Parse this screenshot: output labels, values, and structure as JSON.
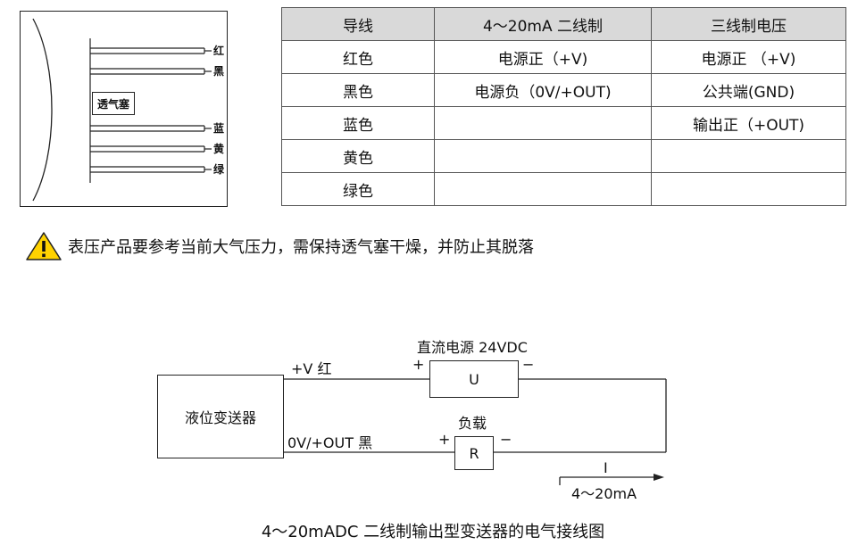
{
  "cable_diagram": {
    "vent_plug_label": "透气塞",
    "wire_tags": [
      "红",
      "黑",
      "蓝",
      "黄",
      "绿"
    ]
  },
  "wiring_table": {
    "headers": [
      "导线",
      "4～20mA 二线制",
      "三线制电压"
    ],
    "rows": [
      [
        "红色",
        "电源正（+V)",
        "电源正 （+V)"
      ],
      [
        "黑色",
        "电源负（0V/+OUT)",
        "公共端(GND)"
      ],
      [
        "蓝色",
        "",
        "输出正（+OUT)"
      ],
      [
        "黄色",
        "",
        ""
      ],
      [
        "绿色",
        "",
        ""
      ]
    ]
  },
  "warning": {
    "icon": "warning-triangle-icon",
    "text": "表压产品要参考当前大气压力，需保持透气塞干燥，并防止其脱落",
    "icon_color": "#ffd200"
  },
  "circuit": {
    "transmitter_label": "液位变送器",
    "power_supply_label": "直流电源 24VDC",
    "power_box_label": "U",
    "load_label": "负载",
    "load_box_label": "R",
    "plus_v_label": "+V  红",
    "zero_v_label": "0V/+OUT 黑",
    "plus_sign": "+",
    "minus_sign": "−",
    "current_label": "I",
    "current_range": "4～20mA",
    "caption": "4～20mADC 二线制输出型变送器的电气接线图"
  }
}
